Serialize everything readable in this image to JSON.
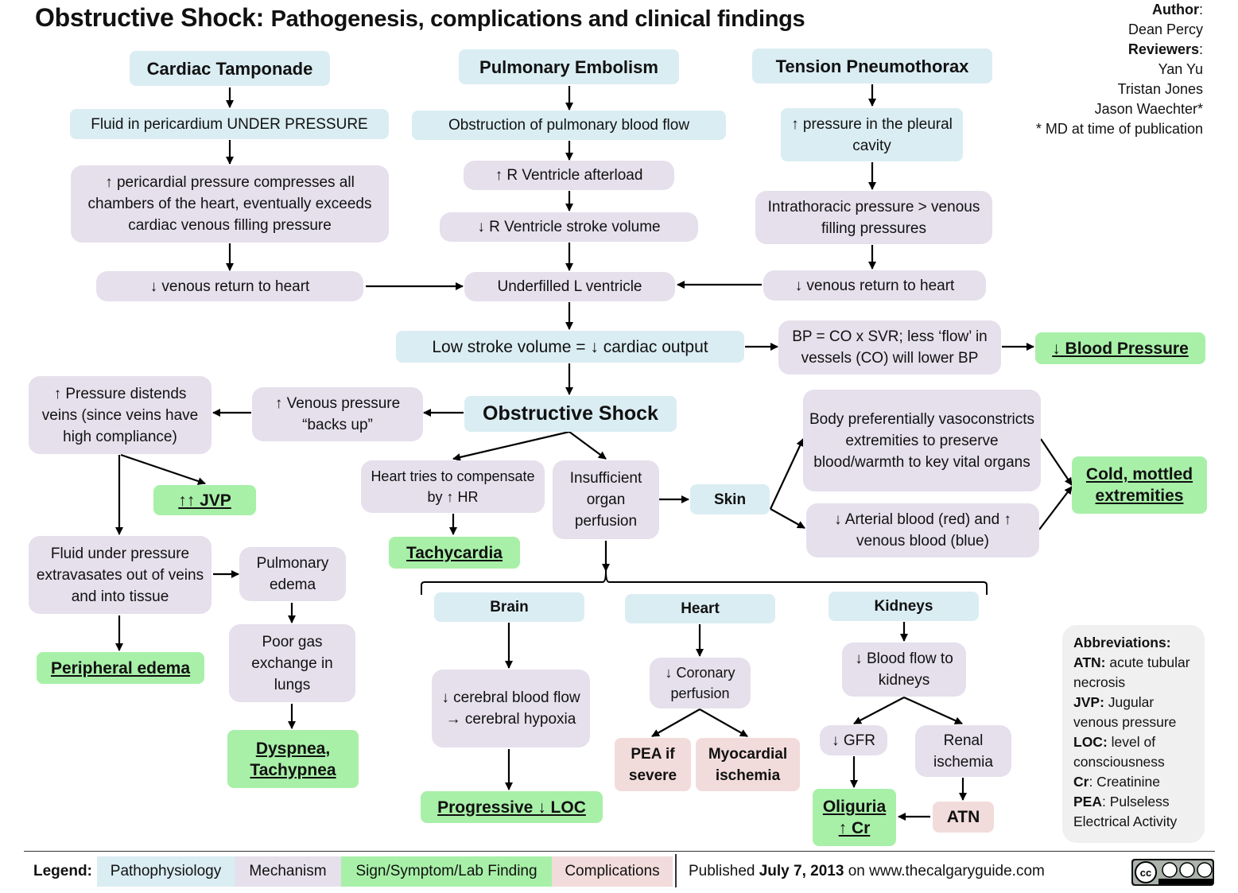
{
  "title": {
    "bold": "Obstructive Shock:",
    "rest": "Pathogenesis, complications and clinical findings"
  },
  "credits": {
    "author_label": "Author",
    "author": "Dean Percy",
    "reviewers_label": "Reviewers",
    "reviewers": [
      "Yan Yu",
      "Tristan Jones",
      "Jason Waechter*"
    ],
    "note": "* MD at time of publication"
  },
  "colors": {
    "pathophysiology": "#daedf3",
    "mechanism": "#e5e0ec",
    "sign": "#a8f0a8",
    "complication": "#f2dcdb"
  },
  "nodes": {
    "tamponade": "Cardiac Tamponade",
    "fluid_pericardium": "Fluid in pericardium UNDER PRESSURE",
    "pericardial_pressure": "↑ pericardial pressure compresses all chambers of the heart, eventually exceeds cardiac venous filling pressure",
    "venous_return_left": "↓ venous return to heart",
    "pe": "Pulmonary Embolism",
    "obstruction": "Obstruction of pulmonary blood flow",
    "rv_afterload": "↑ R Ventricle afterload",
    "rv_stroke": "↓ R Ventricle stroke volume",
    "underfilled_lv": "Underfilled L ventricle",
    "tension": "Tension Pneumothorax",
    "pleural_pressure": "↑ pressure in the pleural cavity",
    "intrathoracic": "Intrathoracic pressure > venous filling pressures",
    "venous_return_right": "↓ venous return to heart",
    "low_sv": "Low stroke volume = ↓ cardiac output",
    "bp_formula": "BP = CO x SVR; less ‘flow’ in vessels (CO) will lower BP",
    "blood_pressure": "↓ Blood Pressure",
    "obstructive_shock": "Obstructive Shock",
    "venous_backup": "↑ Venous pressure “backs up”",
    "distends_veins": "↑ Pressure distends veins (since veins have high compliance)",
    "jvp": "↑↑ JVP",
    "extravasates": "Fluid under pressure extravasates out of veins and into tissue",
    "peripheral_edema": "Peripheral edema",
    "pulmonary_edema": "Pulmonary edema",
    "poor_gas": "Poor gas exchange in lungs",
    "dyspnea": "Dyspnea, Tachypnea",
    "compensate_hr": "Heart tries to compensate by ↑ HR",
    "tachycardia": "Tachycardia",
    "insufficient_perfusion": "Insufficient organ perfusion",
    "skin": "Skin",
    "vasoconstricts": "Body preferentially vasoconstricts extremities to preserve blood/warmth to key vital organs",
    "arterial_venous": "↓ Arterial blood (red) and ↑ venous blood (blue)",
    "cold_mottled": "Cold, mottled extremities",
    "brain": "Brain",
    "cerebral_flow": "↓ cerebral blood flow → cerebral hypoxia",
    "progressive_loc": "Progressive ↓ LOC",
    "heart": "Heart",
    "coronary": "↓ Coronary perfusion",
    "pea_severe": "PEA if severe",
    "myocardial": "Myocardial ischemia",
    "kidneys": "Kidneys",
    "kidney_flow": "↓ Blood flow to kidneys",
    "gfr": "↓ GFR",
    "renal_ischemia": "Renal ischemia",
    "oliguria": "Oliguria ↑ Cr",
    "atn": "ATN"
  },
  "abbreviations": {
    "title": "Abbreviations:",
    "items": [
      {
        "term": "ATN:",
        "def": "acute tubular necrosis"
      },
      {
        "term": "JVP:",
        "def": "Jugular venous pressure"
      },
      {
        "term": "LOC:",
        "def": "level of consciousness"
      },
      {
        "term": "Cr",
        "def": ": Creatinine"
      },
      {
        "term": "PEA",
        "def": ": Pulseless Electrical Activity"
      }
    ]
  },
  "legend": {
    "label": "Legend:",
    "pathophysiology": "Pathophysiology",
    "mechanism": "Mechanism",
    "sign": "Sign/Symptom/Lab Finding",
    "complications": "Complications",
    "published_prefix": "Published",
    "published_date": "July 7, 2013",
    "published_suffix": "on www.thecalgaryguide.com"
  },
  "license_icon": "cc-by-nc-sa-icon"
}
